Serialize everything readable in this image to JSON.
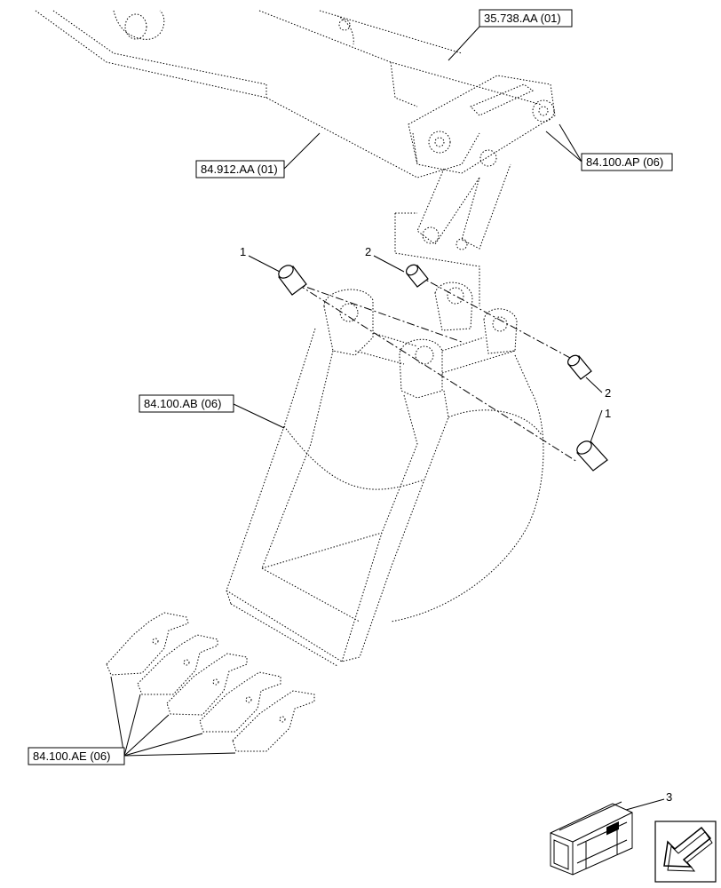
{
  "references": {
    "arm_link": "35.738.AA (01)",
    "boom": "84.912.AA (01)",
    "pins": "84.100.AP (06)",
    "bucket": "84.100.AB (06)",
    "teeth": "84.100.AE (06)"
  },
  "callouts": {
    "bushing_left_outer": "1",
    "bushing_left_inner": "2",
    "bushing_right_inner": "2",
    "bushing_right_outer": "1",
    "kit": "3"
  },
  "icons": {
    "kit_box": "crate-icon",
    "navigation": "arrow-down-left-icon"
  }
}
